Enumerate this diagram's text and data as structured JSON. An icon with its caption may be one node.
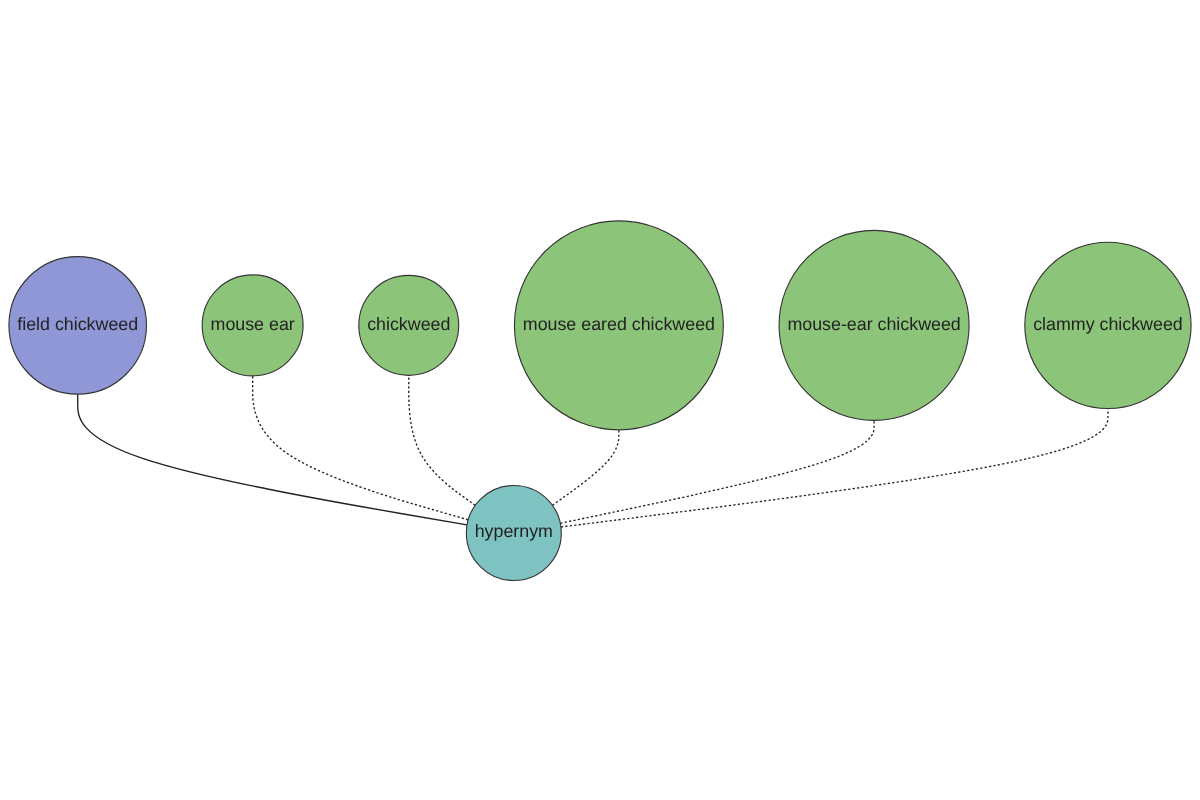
{
  "diagram": {
    "nodes": [
      {
        "text": [
          "field chickweed"
        ]
      },
      {
        "text": [
          "mouse ear"
        ]
      },
      {
        "text": [
          "hypernym"
        ]
      },
      {
        "text": [
          "chickweed"
        ]
      },
      {
        "text": [
          "mouse eared chickweed"
        ]
      },
      {
        "text": [
          "mouse-ear chickweed"
        ]
      },
      {
        "text": [
          "clammy chickweed"
        ]
      }
    ],
    "edges": [
      {
        "from": 2,
        "to": 0,
        "arrow": "none"
      },
      {
        "from": 2,
        "to": 1,
        "arrow": "none",
        "style": "dashed"
      },
      {
        "from": 2,
        "to": 3,
        "arrow": "none",
        "style": "dashed"
      },
      {
        "from": 2,
        "to": 4,
        "arrow": "none",
        "style": "dashed"
      },
      {
        "from": 2,
        "to": 5,
        "arrow": "none",
        "style": "dashed"
      },
      {
        "from": 2,
        "to": 6,
        "arrow": "none",
        "style": "dashed"
      }
    ]
  }
}
